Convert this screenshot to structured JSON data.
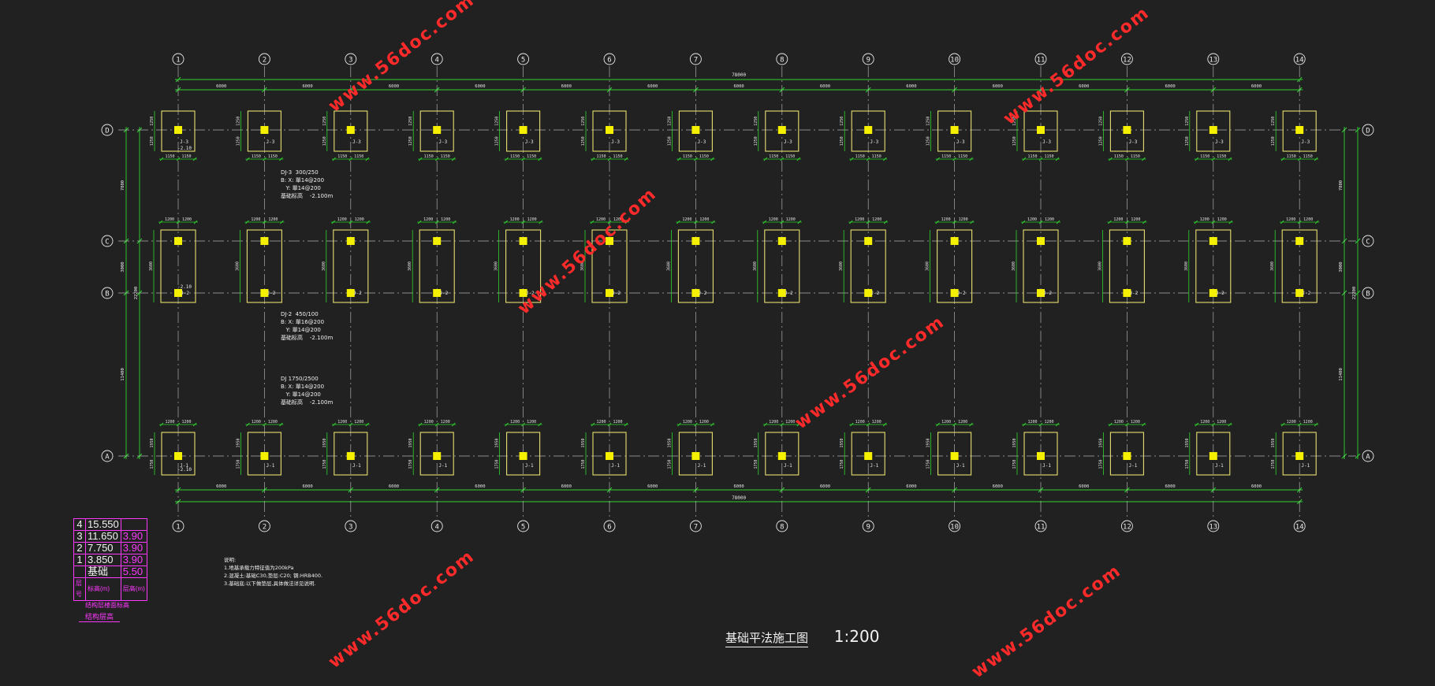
{
  "drawing": {
    "title": "基础平法施工图",
    "scale": "1:200",
    "total_dimension": "78000",
    "column_axes": [
      "1",
      "2",
      "3",
      "4",
      "5",
      "6",
      "7",
      "8",
      "9",
      "10",
      "11",
      "12",
      "13",
      "14"
    ],
    "row_axes": [
      "D",
      "C",
      "B",
      "A"
    ],
    "spans_top": [
      "6000",
      "6000",
      "6000",
      "6000",
      "6000",
      "6000",
      "6000",
      "6000",
      "6000",
      "6000",
      "6000",
      "6000",
      "6000"
    ],
    "spans_bottom": [
      "6000",
      "6000",
      "6000",
      "6000",
      "6000",
      "6000",
      "6000",
      "6000",
      "6000",
      "6000",
      "6000",
      "6000",
      "6000"
    ],
    "left_dims": [
      "7800",
      "3000",
      "11400"
    ],
    "right_dims": [
      "7800",
      "3000",
      "11400"
    ],
    "overall_depth": "22200",
    "footing_D": {
      "label": "J-3",
      "halves": [
        "1150",
        "1150"
      ],
      "depth": [
        "1250",
        "1250"
      ]
    },
    "footing_C": {
      "label": "J-2",
      "halves": [
        "1200",
        "1200"
      ],
      "depth": [
        "3600"
      ]
    },
    "footing_A": {
      "label": "J-1",
      "halves": [
        "1200",
        "1200"
      ],
      "depth": [
        "1950",
        "1750"
      ]
    },
    "elevation_mark": "-2.10",
    "annotations": [
      {
        "lines": [
          "DJ-3  300/250",
          "B: X: 單14@200",
          "   Y: 單14@200",
          "基础标高    -2.100m"
        ]
      },
      {
        "lines": [
          "DJ-2  450/100",
          "B: X: 單16@200",
          "   Y: 單14@200",
          "基础标高    -2.100m"
        ]
      },
      {
        "lines": [
          "DJ 1750/2500",
          "B: X: 單14@200",
          "   Y: 單14@200",
          "基础标高    -2.100m"
        ]
      }
    ],
    "notes": [
      "说明:",
      "1.地基承载力特征值为200kPa",
      "2.混凝土:基础C30,垫层:C20; 钢:HRB400.",
      "3.基础底:以下做垫层,具体做法详见说明."
    ]
  },
  "floor_table": {
    "rows": [
      {
        "floor": "4",
        "elevation": "15.550",
        "height": ""
      },
      {
        "floor": "3",
        "elevation": "11.650",
        "height": "3.90"
      },
      {
        "floor": "2",
        "elevation": "7.750",
        "height": "3.90"
      },
      {
        "floor": "1",
        "elevation": "3.850",
        "height": "3.90"
      },
      {
        "floor": "",
        "elevation": "基础",
        "height": "5.50"
      }
    ],
    "header": {
      "floor": "层号",
      "elevation": "标高(m)",
      "height": "层高(m)"
    },
    "caption1": "结构层楼面标高",
    "caption2": "结构层高"
  },
  "watermark_text": "www.56doc.com",
  "colors": {
    "background": "#212121",
    "dimension": "#2fd42f",
    "footing": "#e8e070",
    "column": "#f5f000",
    "axis": "#d0d0d0",
    "watermark": "#ff2a2a",
    "table": "#ff38ff"
  }
}
